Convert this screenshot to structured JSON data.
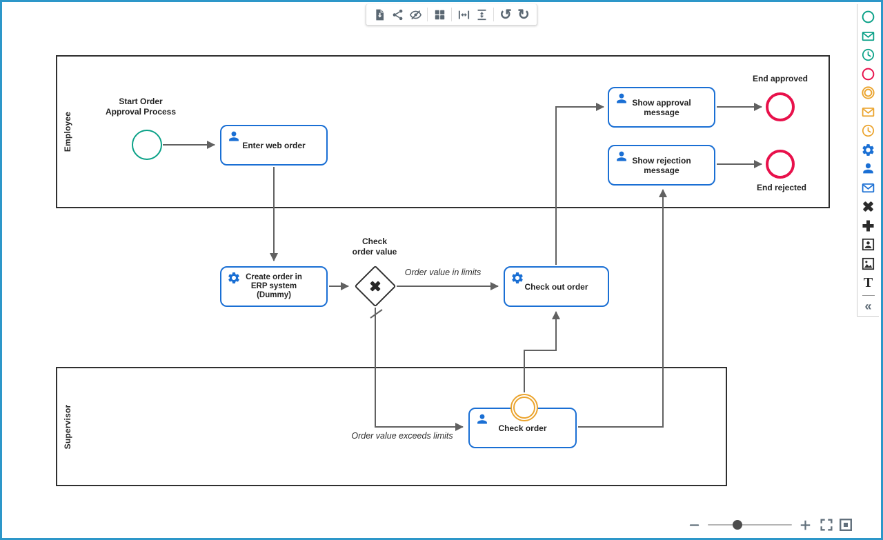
{
  "colors": {
    "frame_blue": "#2d97c9",
    "task_blue": "#1a6fd4",
    "event_green": "#0aa187",
    "event_red": "#e8114b",
    "event_orange": "#eba42e",
    "line_gray": "#616161",
    "lane_border": "#2f2f2f",
    "icon_slate": "#5a6772",
    "gateway_black": "#262626"
  },
  "toolbar": {
    "buttons": [
      {
        "id": "export",
        "icon": "file-download-icon"
      },
      {
        "id": "share",
        "icon": "share-icon"
      },
      {
        "id": "hide-preview",
        "icon": "eye-off-icon"
      },
      {
        "id": "layout-grid",
        "icon": "grid-icon"
      },
      {
        "id": "fit-width",
        "icon": "fit-width-icon"
      },
      {
        "id": "fit-height",
        "icon": "fit-height-icon"
      },
      {
        "id": "undo",
        "icon": "undo-icon"
      },
      {
        "id": "redo",
        "icon": "redo-icon"
      }
    ],
    "undo_glyph": "↺",
    "redo_glyph": "↻"
  },
  "palette": {
    "items": [
      {
        "id": "start-event",
        "icon": "circle-icon",
        "color": "green"
      },
      {
        "id": "message-start-event",
        "icon": "envelope-icon",
        "color": "green"
      },
      {
        "id": "timer-start-event",
        "icon": "clock-icon",
        "color": "green"
      },
      {
        "id": "end-event",
        "icon": "circle-icon",
        "color": "red"
      },
      {
        "id": "intermediate-event",
        "icon": "double-circle-icon",
        "color": "orange"
      },
      {
        "id": "message-intermediate-event",
        "icon": "envelope-icon",
        "color": "orange"
      },
      {
        "id": "timer-intermediate-event",
        "icon": "clock-icon",
        "color": "orange"
      },
      {
        "id": "service-task",
        "icon": "gear-icon",
        "color": "blue"
      },
      {
        "id": "user-task",
        "icon": "person-icon",
        "color": "blue"
      },
      {
        "id": "send-task",
        "icon": "envelope-icon",
        "color": "blue"
      },
      {
        "id": "exclusive-gateway",
        "icon": "x-icon",
        "color": "black"
      },
      {
        "id": "parallel-gateway",
        "icon": "plus-icon",
        "color": "black"
      },
      {
        "id": "actor",
        "icon": "portrait-icon",
        "color": "black"
      },
      {
        "id": "image",
        "icon": "image-icon",
        "color": "black"
      },
      {
        "id": "text-annotation",
        "icon": "text-icon",
        "color": "black"
      },
      {
        "id": "collapse-palette",
        "icon": "collapse-icon",
        "color": "slate"
      }
    ],
    "text_glyph": "T",
    "collapse_glyph": "«"
  },
  "diagram": {
    "lanes": [
      {
        "label": "Employee"
      },
      {
        "label": "Supervisor"
      }
    ],
    "nodes": {
      "start_label": "Start Order\nApproval Process",
      "enter_web_order": "Enter web order",
      "create_order": "Create order in\nERP system\n(Dummy)",
      "gateway_label": "Check\norder value",
      "check_out_order": "Check out order",
      "check_order": "Check order",
      "show_approval": "Show approval\nmessage",
      "show_rejection": "Show rejection\nmessage",
      "end_approved": "End approved",
      "end_rejected": "End rejected"
    },
    "edges": {
      "in_limits": "Order value in limits",
      "exceeds_limits": "Order value exceeds limits"
    }
  },
  "zoom_controls": {
    "items": [
      "zoom-out",
      "zoom-slider",
      "zoom-in",
      "fullscreen",
      "fit-to-screen"
    ],
    "slider_position": 0.35
  }
}
